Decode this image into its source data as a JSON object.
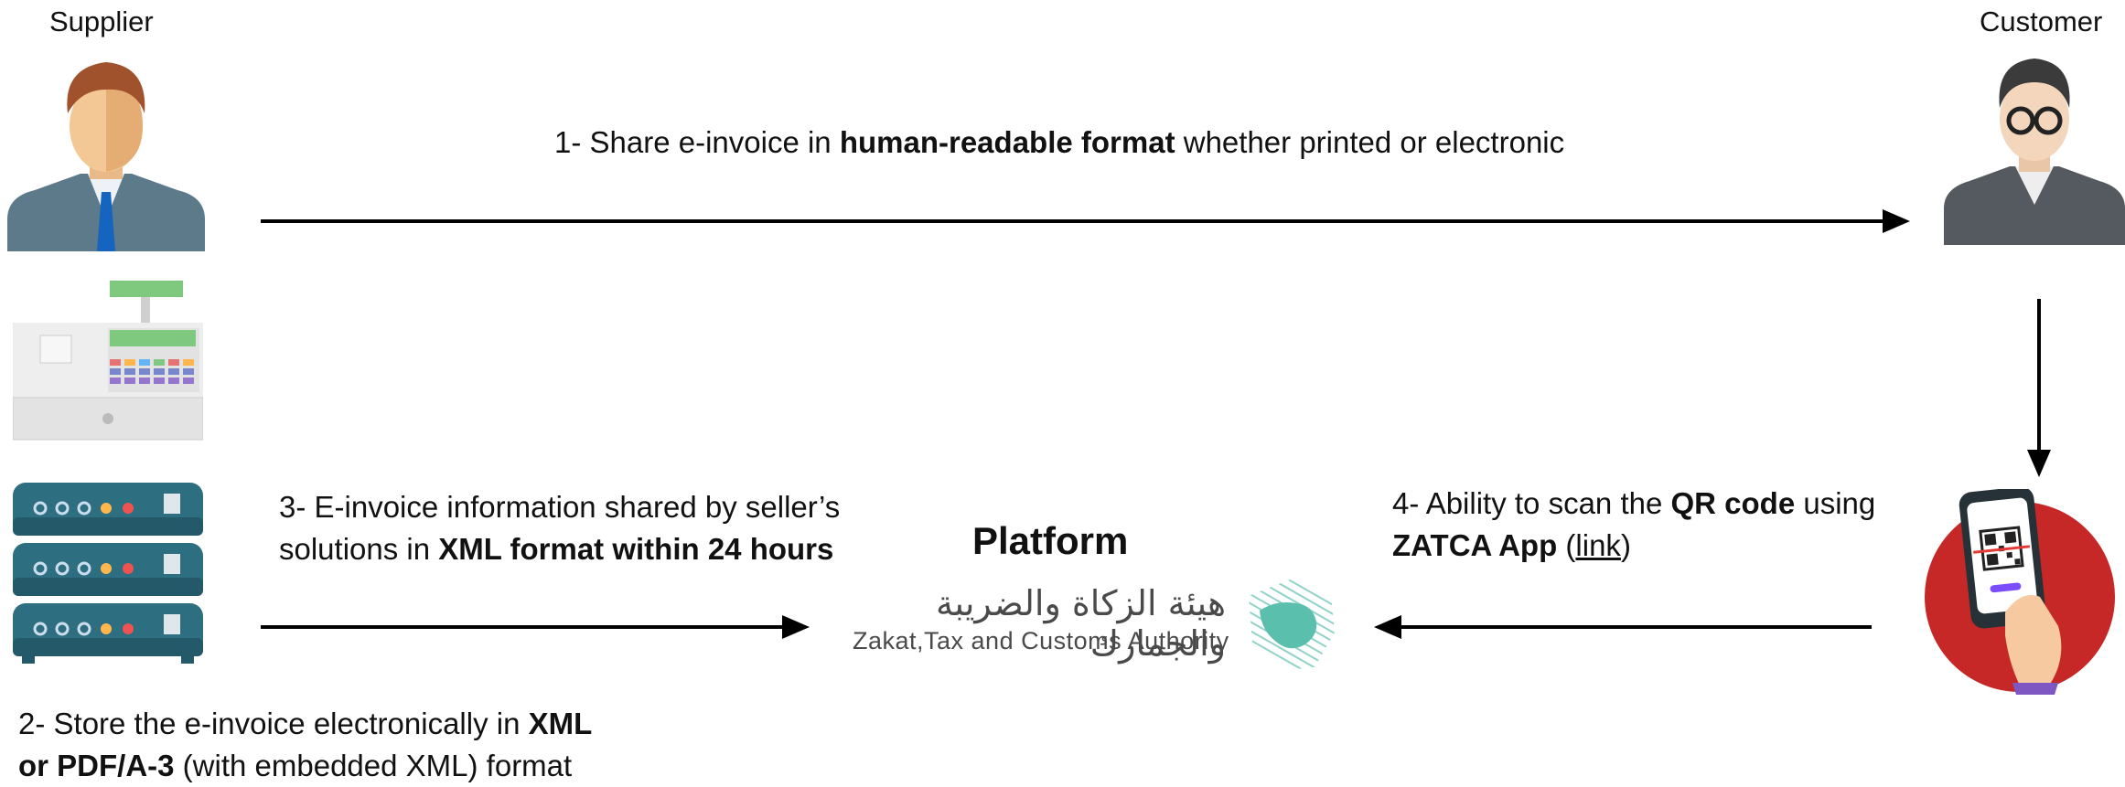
{
  "actors": {
    "supplier_label": "Supplier",
    "customer_label": "Customer"
  },
  "steps": {
    "step1": {
      "prefix": "1- Share e-invoice in ",
      "bold": "human-readable format",
      "suffix": " whether printed or electronic"
    },
    "step2": {
      "line1_prefix": "2- Store the e-invoice electronically in ",
      "line1_bold": "XML",
      "line2_bold": "or PDF/A-3",
      "line2_suffix": " (with embedded XML) format"
    },
    "step3": {
      "line1": "3- E-invoice information shared by seller’s",
      "line2_prefix": "solutions in ",
      "line2_bold": "XML format within 24 hours"
    },
    "step4": {
      "line1_prefix": "4- Ability to scan the ",
      "line1_bold": "QR code",
      "line1_suffix": " using",
      "line2_bold": "ZATCA App",
      "line2_open": " (",
      "line2_link": "link",
      "line2_close": ")"
    }
  },
  "platform": {
    "title": "Platform",
    "logo_arabic": "هيئة الزكاة والضريبة والجمارك",
    "logo_english": "Zakat,Tax and Customs Authority"
  },
  "icons": {
    "supplier": "supplier-person-icon",
    "customer": "customer-person-icon",
    "register": "cash-register-icon",
    "servers": "server-stack-icon",
    "phone": "qr-scan-phone-icon",
    "logo": "zatca-map-logo-icon"
  },
  "colors": {
    "tie": "#1565c0",
    "server": "#2d6f80",
    "phone_circle": "#c62828",
    "logo_teal": "#5bbfad"
  }
}
